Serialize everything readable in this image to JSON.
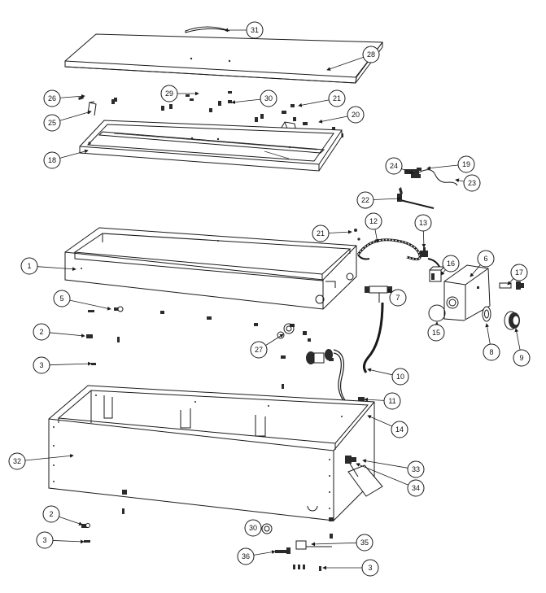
{
  "diagram": {
    "callouts": [
      "31",
      "28",
      "26",
      "29",
      "30",
      "21",
      "25",
      "20",
      "18",
      "24",
      "19",
      "23",
      "22",
      "21",
      "12",
      "13",
      "1",
      "16",
      "6",
      "17",
      "5",
      "7",
      "2",
      "27",
      "15",
      "8",
      "9",
      "3",
      "10",
      "11",
      "14",
      "32",
      "33",
      "34",
      "2",
      "30",
      "35",
      "3",
      "36",
      "3"
    ]
  }
}
